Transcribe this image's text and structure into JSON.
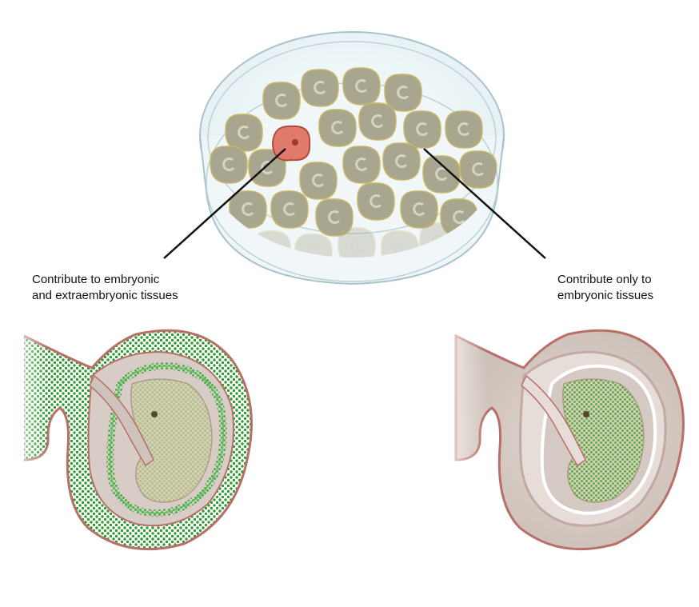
{
  "labels": {
    "left": {
      "line1": "Contribute to embryonic",
      "line2": "and extraembryonic tissues"
    },
    "right": {
      "line1": "Contribute only to",
      "line2": "embryonic tissues"
    }
  },
  "colors": {
    "stem_cell_fill": "#a8a68e",
    "stem_cell_outline": "#c9b86a",
    "highlighted_cell_fill": "#e07a6a",
    "highlighted_cell_outline": "#b24a3c",
    "dish_outline": "#a9c3cc",
    "dish_fill": "#eef6f8",
    "tissue_fill": "#d7cbc4",
    "tissue_outline": "#b86f68",
    "green_cells": "#2f9a2f",
    "embryo_fill": "#d9cdb4"
  }
}
